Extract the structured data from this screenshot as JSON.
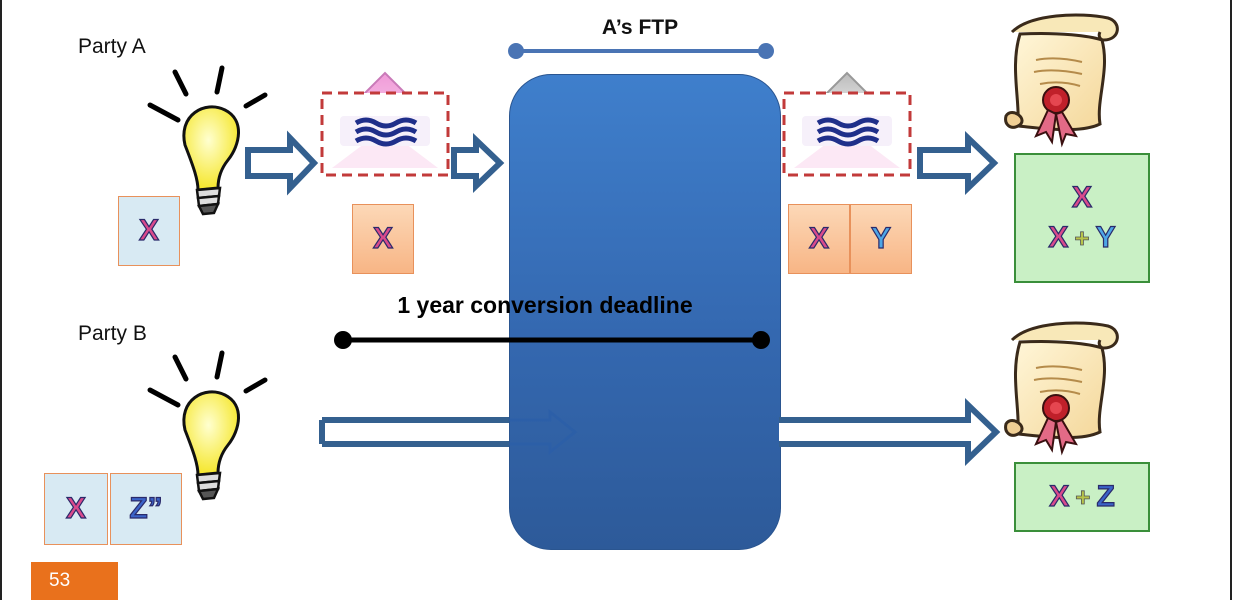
{
  "slide": {
    "party_a_label": "Party A",
    "party_b_label": "Party B",
    "ftp_label": "A’s FTP",
    "deadline_label": "1 year conversion deadline",
    "page_number": "53"
  },
  "party_a": {
    "idea_box": {
      "x": "X"
    },
    "envelope1_box": {
      "x": "X"
    },
    "envelope2_box": {
      "x": "X",
      "y": "Y"
    },
    "patent_box": {
      "line1_x": "X",
      "line2_x": "X",
      "line2_plus": "+",
      "line2_y": "Y"
    }
  },
  "party_b": {
    "idea_box": {
      "x": "X",
      "z": "Z”"
    },
    "patent_box": {
      "x": "X",
      "plus": "+",
      "z": "Z"
    }
  },
  "colors": {
    "ftp_block": "#3468b0",
    "arrow": "#34608f",
    "page_badge": "#e9711c",
    "green_box": "#c9f0c5",
    "x_letter": "#d94a8c",
    "y_letter": "#4da6e6",
    "z_letter": "#3b63c8"
  },
  "icons": [
    "lightbulb-icon",
    "envelope-icon",
    "patent-scroll-icon",
    "hollow-arrow-icon"
  ]
}
